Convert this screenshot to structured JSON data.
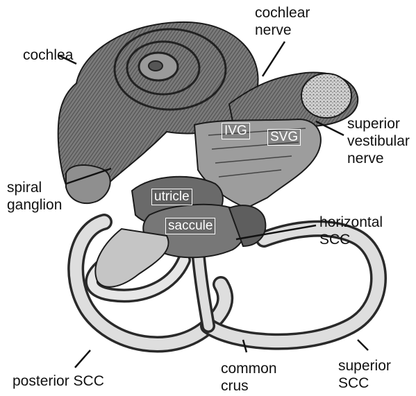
{
  "figure": {
    "labels": {
      "cochlear_nerve": "cochlear\nnerve",
      "cochlea": "cochlea",
      "superior_vestibular_nerve": "superior\nvestibular\nnerve",
      "ivg": "IVG",
      "svg": "SVG",
      "spiral_ganglion": "spiral\nganglion",
      "utricle": "utricle",
      "saccule": "saccule",
      "horizontal_scc": "horizontal\nSCC",
      "posterior_scc": "posterior SCC",
      "common_crus": "common\ncrus",
      "superior_scc": "superior\nSCC"
    },
    "colors": {
      "ink": "#111111",
      "tissue_dark": "#5a5a5a",
      "tissue_mid": "#8a8a8a",
      "tissue_light": "#c8c8c8",
      "canal_fill": "#d9d9d9"
    }
  }
}
